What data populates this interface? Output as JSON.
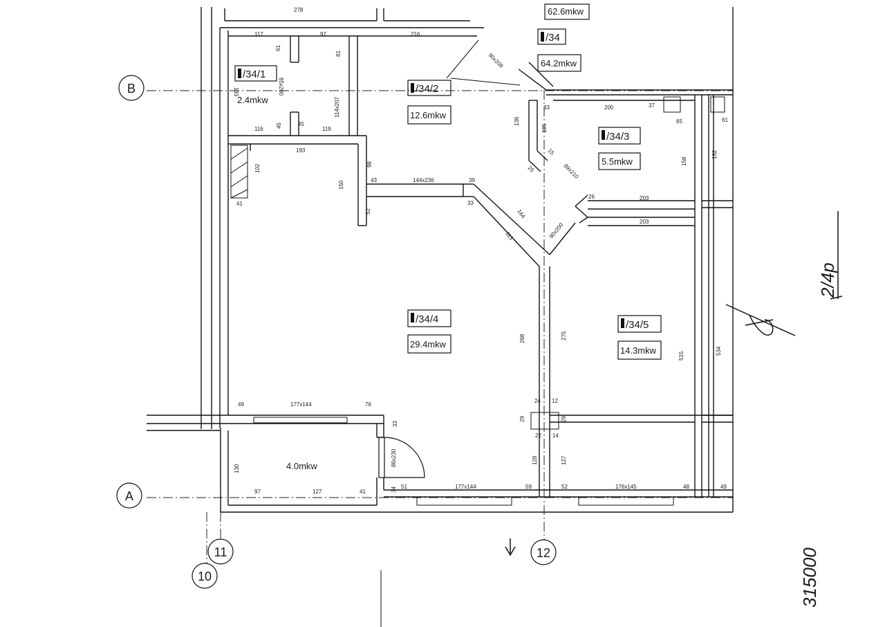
{
  "grid_axes": {
    "row_b": "B",
    "row_a": "A",
    "col_10": "10",
    "col_11": "11",
    "col_12": "12"
  },
  "units": {
    "u34": {
      "label": "/34",
      "area": "64.2mkw"
    },
    "u34_1": {
      "label": "/34/1",
      "area": "2.4mkw"
    },
    "u34_2": {
      "label": "/34/2",
      "area": "12.6mkw"
    },
    "u34_3": {
      "label": "/34/3",
      "area": "5.5mkw"
    },
    "u34_4": {
      "label": "/34/4",
      "area": "29.4mkw"
    },
    "u34_5": {
      "label": "/34/5",
      "area": "14.3mkw"
    },
    "top_partial": {
      "area": "62.6mkw"
    },
    "balcony": {
      "area": "4.0mkw"
    }
  },
  "dimensions": {
    "d278": "278",
    "d117": "117",
    "d97_top": "97",
    "d216": "216",
    "d61_a": "61",
    "d81": "81",
    "d193_a": "193",
    "d85x200": "85x200",
    "d114x207": "114x207",
    "d116": "116",
    "d45_a": "45",
    "d45_b": "45",
    "d119": "119",
    "d193_b": "193",
    "d102": "102",
    "d41_a": "41",
    "d150": "150",
    "d98": "98",
    "d43": "43",
    "d144x236": "144x236",
    "d39": "39",
    "d52": "52",
    "d33_a": "33",
    "d164": "164",
    "d113": "113",
    "d90x200_a": "90x200",
    "d90x208": "90x208",
    "d136": "136",
    "d105": "105",
    "d25": "25",
    "d15": "15",
    "d89x210": "89x210",
    "d33_b": "33",
    "d200": "200",
    "d37": "37",
    "d65": "65",
    "d61_b": "61",
    "d158": "158",
    "d152": "152",
    "d26": "26",
    "d203_a": "203",
    "d203_b": "203",
    "d268": "268",
    "d275": "275",
    "d515": "515",
    "d534": "534",
    "d49_a": "49",
    "d177x144_a": "177x144",
    "d76": "76",
    "d24": "24",
    "d12": "12",
    "d29_a": "29",
    "d29_b": "29",
    "d22": "22",
    "d14": "14",
    "d33_c": "33",
    "d86x230": "86x230",
    "d130": "130",
    "d128": "128",
    "d127_v": "127",
    "d97_bot": "97",
    "d127_h": "127",
    "d41_b": "41",
    "d34": "34",
    "d51": "51",
    "d177x144_b": "177x144",
    "d59": "59",
    "d52_b": "52",
    "d176x145": "176x145",
    "d48": "48",
    "d49_b": "49"
  },
  "annotations": {
    "sheet_number": "2/4p",
    "drawing_number": "315000"
  }
}
